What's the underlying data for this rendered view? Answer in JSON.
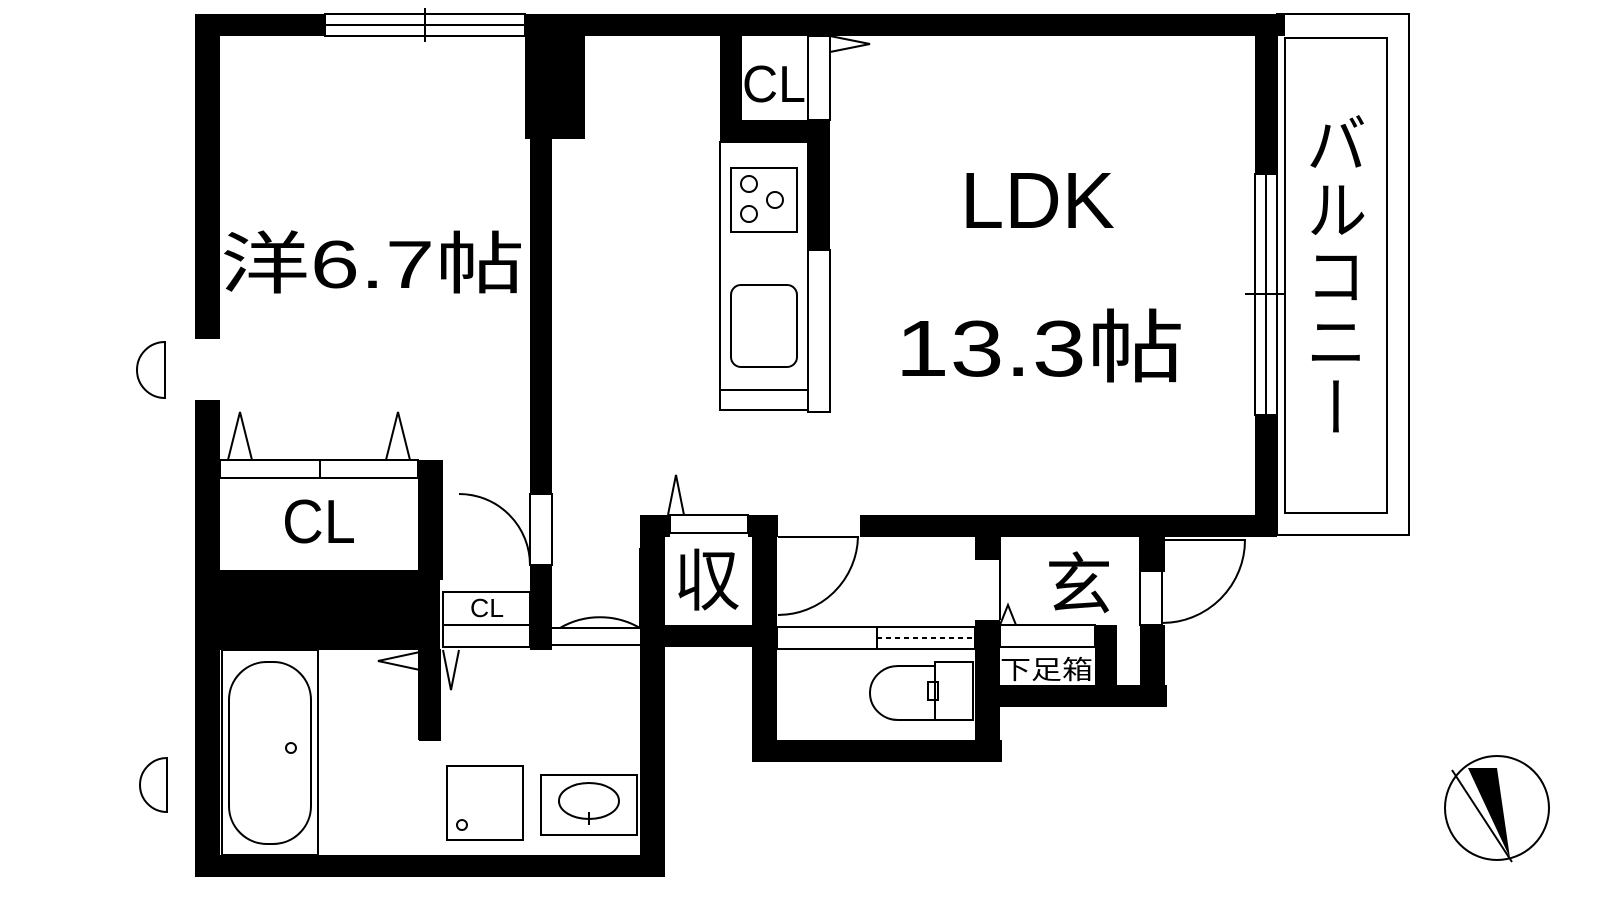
{
  "rooms": {
    "western_room": "洋6.7帖",
    "ldk_name": "LDK",
    "ldk_size": "13.3帖",
    "balcony": "バルコニー",
    "closet_bedroom": "CL",
    "closet_kitchen": "CL",
    "closet_small": "CL",
    "storage": "収",
    "entrance": "玄",
    "shoe_box": "下足箱"
  },
  "colors": {
    "wall": "#000000",
    "fixture_line": "#000000",
    "background": "#ffffff"
  },
  "icons": [
    "north-arrow-icon",
    "door-swing-icon",
    "sliding-window-icon",
    "bathtub-icon",
    "toilet-icon",
    "washbasin-icon",
    "stove-icon",
    "sink-icon",
    "washing-machine-icon"
  ]
}
